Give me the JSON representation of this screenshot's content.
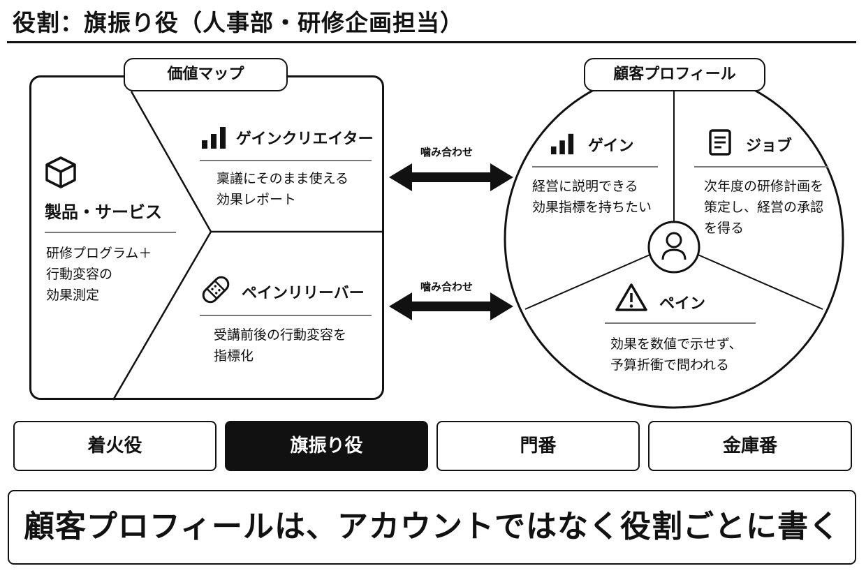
{
  "page_title": "役割：旗振り役（人事部・研修企画担当）",
  "value_map": {
    "tab_label": "価値マップ",
    "products": {
      "icon": "box-icon",
      "heading": "製品・サービス",
      "body": "研修プログラム＋\n行動変容の\n効果測定"
    },
    "gain_creators": {
      "icon": "bar-chart-icon",
      "heading": "ゲインクリエイター",
      "body": "稟議にそのまま使える\n効果レポート"
    },
    "pain_relievers": {
      "icon": "bandage-icon",
      "heading": "ペインリリーバー",
      "body": "受講前後の行動変容を\n指標化"
    }
  },
  "arrows": {
    "top_label": "噛み合わせ",
    "bottom_label": "噛み合わせ"
  },
  "customer_profile": {
    "tab_label": "顧客プロフィール",
    "gains": {
      "icon": "bar-chart-icon",
      "heading": "ゲイン",
      "body": "経営に説明できる\n効果指標を持ちたい"
    },
    "jobs": {
      "icon": "document-icon",
      "heading": "ジョブ",
      "body": "次年度の研修計画を\n策定し、経営の承認\nを得る"
    },
    "pains": {
      "icon": "warning-icon",
      "heading": "ペイン",
      "body": "効果を数値で示せず、\n予算折衝で問われる"
    },
    "center_icon": "person-icon"
  },
  "roles": [
    {
      "label": "着火役",
      "active": false
    },
    {
      "label": "旗振り役",
      "active": true
    },
    {
      "label": "門番",
      "active": false
    },
    {
      "label": "金庫番",
      "active": false
    }
  ],
  "banner": "顧客プロフィールは、アカウントではなく役割ごとに書く"
}
